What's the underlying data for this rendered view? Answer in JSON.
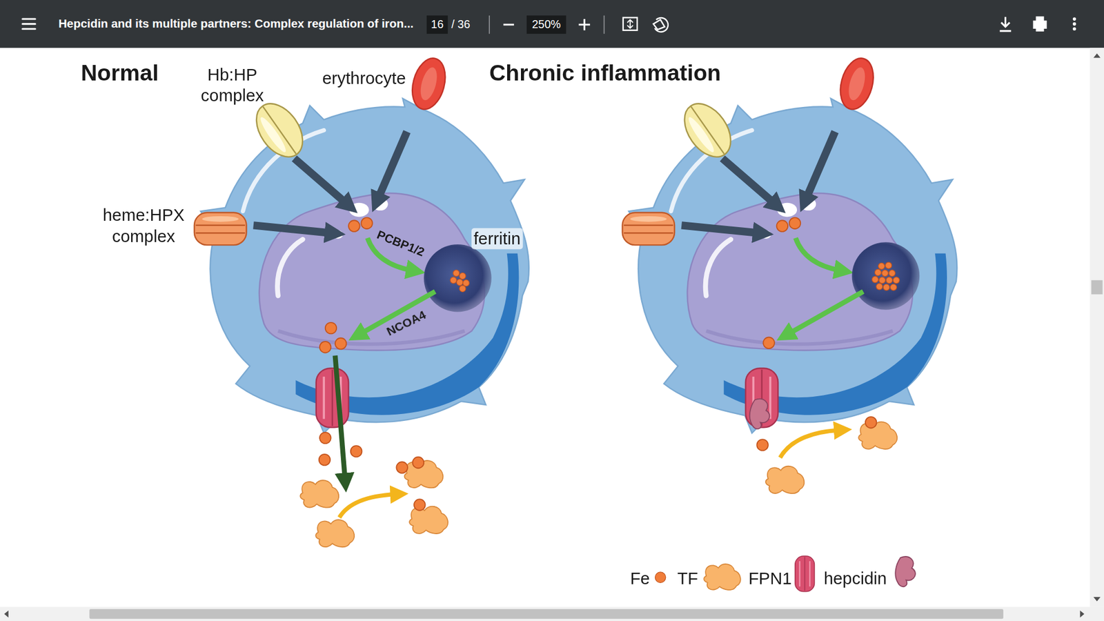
{
  "diagram": {
    "labels": [
      "Hepcidin and its multiple partners: Complex regulation of iron...",
      "16",
      "/ 36",
      "250%",
      "Normal",
      "Hb:HP complex",
      "erythrocyte",
      "Chronic inflammation",
      "heme:HPX complex",
      "PCBP1/2",
      "ferritin",
      "NCOA4"
    ],
    "legend": [
      {
        "text": "Fe",
        "color": "#f07d3a"
      },
      {
        "text": "TF"
      },
      {
        "text": "FPN1"
      },
      {
        "text": "hepcidin"
      }
    ]
  }
}
